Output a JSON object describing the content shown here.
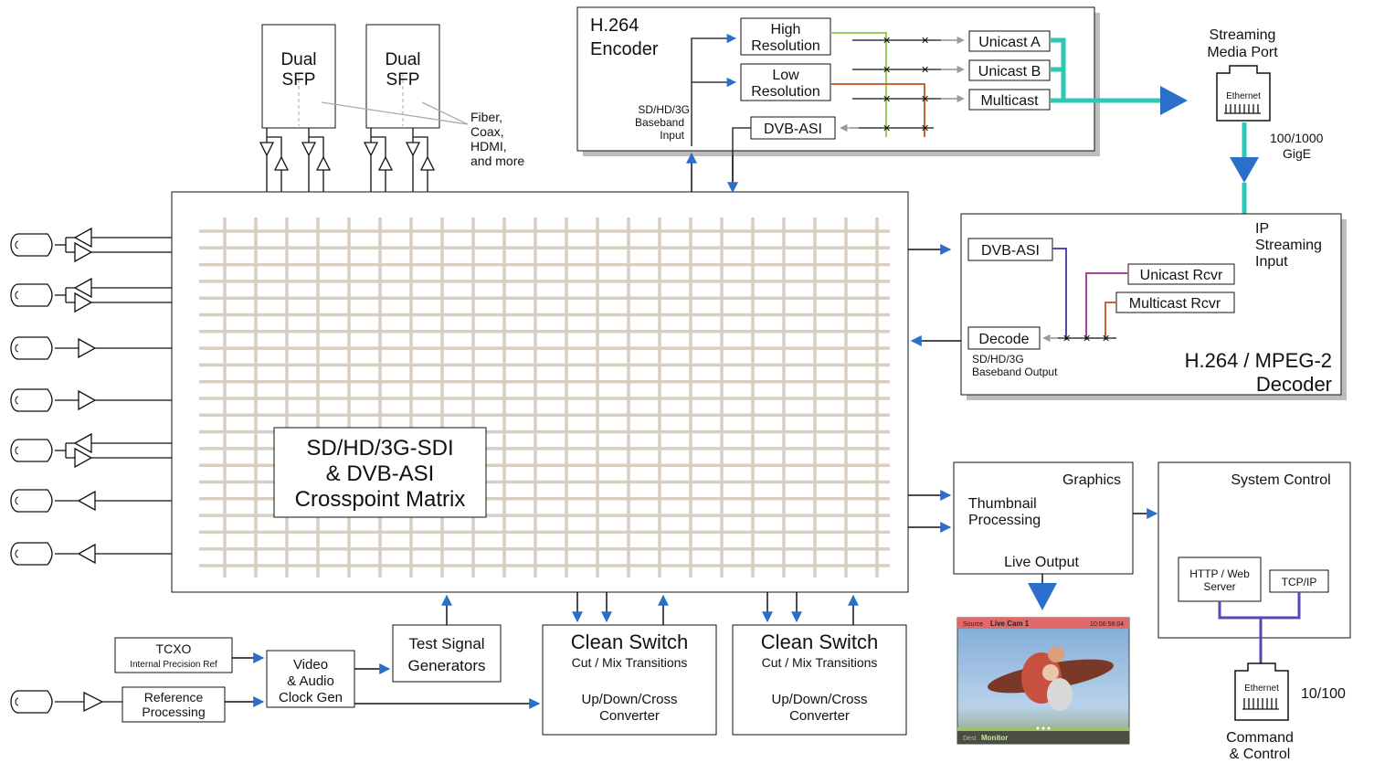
{
  "colors": {
    "blue_arrow": "#2a6fc9",
    "teal": "#2fc8b8",
    "green": "#9ccb5a",
    "orange": "#c8642c",
    "purple": "#5a48b0",
    "magenta": "#a8449c",
    "grid": "#d8cfc0",
    "sky_top": "#7ea9d6"
  },
  "sfp": [
    {
      "label1": "Dual",
      "label2": "SFP"
    },
    {
      "label1": "Dual",
      "label2": "SFP"
    }
  ],
  "sfp_media": [
    "Fiber,",
    "Coax,",
    "HDMI,",
    "and more"
  ],
  "encoder": {
    "title1": "H.264",
    "title2": "Encoder",
    "high1": "High",
    "high2": "Resolution",
    "low1": "Low",
    "low2": "Resolution",
    "dvb_asi": "DVB-ASI",
    "input1": "SD/HD/3G",
    "input2": "Baseband",
    "input3": "Input",
    "unicast_a": "Unicast A",
    "unicast_b": "Unicast B",
    "multicast": "Multicast"
  },
  "streaming": {
    "port1": "Streaming",
    "port2": "Media Port",
    "ethernet": "Ethernet",
    "speed1": "100/1000",
    "speed2": "GigE",
    "ip1": "IP",
    "ip2": "Streaming",
    "ip3": "Input"
  },
  "decoder": {
    "dvb_asi": "DVB-ASI",
    "unicast_rcvr": "Unicast Rcvr",
    "multicast_rcvr": "Multicast Rcvr",
    "decode": "Decode",
    "output1": "SD/HD/3G",
    "output2": "Baseband Output",
    "title1": "H.264 / MPEG-2",
    "title2": "Decoder"
  },
  "matrix": {
    "line1": "SD/HD/3G-SDI",
    "line2": "& DVB-ASI",
    "line3": "Crosspoint Matrix"
  },
  "graphics": {
    "title": "Graphics",
    "thumb1": "Thumbnail",
    "thumb2": "Processing",
    "live": "Live Output"
  },
  "monitor": {
    "source_label": "Source",
    "source_name": "Live Cam 1",
    "timecode": "10:06:58:04",
    "dest_label": "Dest",
    "dest_name": "Monitor"
  },
  "system": {
    "title": "System Control",
    "http1": "HTTP / Web",
    "http2": "Server",
    "tcpip": "TCP/IP",
    "ethernet": "Ethernet",
    "speed": "10/100",
    "cmd1": "Command",
    "cmd2": "& Control"
  },
  "clock": {
    "tcxo": "TCXO",
    "tcxo_sub": "Internal Precision Ref",
    "ref1": "Reference",
    "ref2": "Processing",
    "gen1": "Video",
    "gen2": "& Audio",
    "gen3": "Clock Gen",
    "tsg1": "Test Signal",
    "tsg2": "Generators"
  },
  "clean_switch": [
    {
      "title": "Clean Switch",
      "sub": "Cut / Mix Transitions",
      "conv1": "Up/Down/Cross",
      "conv2": "Converter"
    },
    {
      "title": "Clean Switch",
      "sub": "Cut / Mix Transitions",
      "conv1": "Up/Down/Cross",
      "conv2": "Converter"
    }
  ]
}
